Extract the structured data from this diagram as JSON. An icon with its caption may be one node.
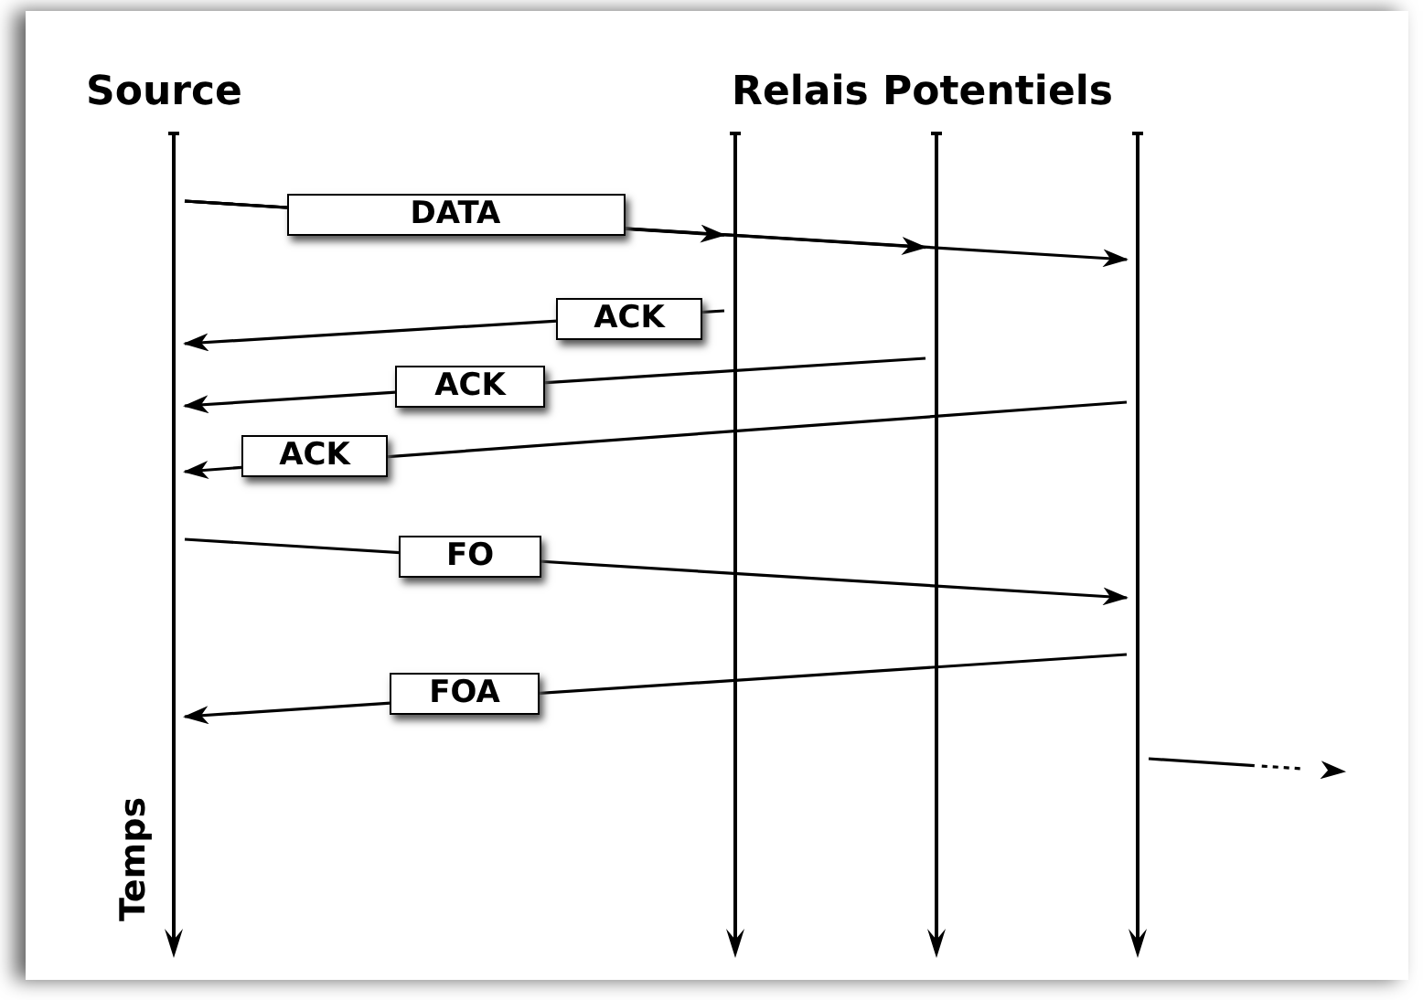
{
  "diagram": {
    "nodes": [
      {
        "text": [],
        "shape": "bar",
        "beside": [
          "Source",
          "Temps"
        ]
      },
      {
        "text": [],
        "shape": "bar"
      },
      {
        "text": [],
        "shape": "bar"
      },
      {
        "text": [],
        "shape": "bar"
      }
    ],
    "edges": [
      {
        "from": 0,
        "to": 1,
        "arrow": "to",
        "label": "DATA"
      },
      {
        "from": 0,
        "to": 2,
        "arrow": "to"
      },
      {
        "from": 0,
        "to": 3,
        "arrow": "to"
      },
      {
        "from": 1,
        "to": 0,
        "arrow": "to",
        "label": "ACK"
      },
      {
        "from": 2,
        "to": 0,
        "arrow": "to",
        "label": "ACK"
      },
      {
        "from": 3,
        "to": 0,
        "arrow": "to",
        "label": "ACK"
      },
      {
        "from": 0,
        "to": 3,
        "arrow": "to",
        "label": "FO"
      },
      {
        "from": 3,
        "to": 0,
        "arrow": "to",
        "label": "FOA"
      },
      {
        "from": 3,
        "to": null,
        "arrow": "to",
        "style": "dashed"
      }
    ],
    "labels": [
      "Relais Potentiels"
    ]
  }
}
